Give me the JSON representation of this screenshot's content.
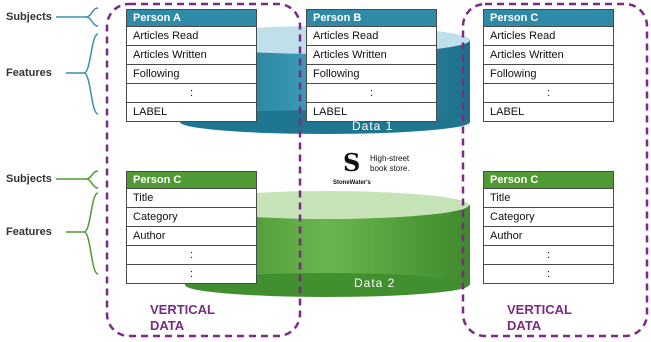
{
  "labels": {
    "subjects_top": "Subjects",
    "features_top": "Features",
    "subjects_bottom": "Subjects",
    "features_bottom": "Features"
  },
  "tables_top": [
    {
      "header": "Person A",
      "rows": [
        "Articles Read",
        "Articles Written",
        "Following",
        ":",
        "LABEL"
      ]
    },
    {
      "header": "Person B",
      "rows": [
        "Articles Read",
        "Articles Written",
        "Following",
        ":",
        "LABEL"
      ]
    },
    {
      "header": "Person C",
      "rows": [
        "Articles Read",
        "Articles Written",
        "Following",
        ":",
        "LABEL"
      ]
    }
  ],
  "tables_bottom": [
    {
      "header": "Person C",
      "rows": [
        "Title",
        "Category",
        "Author",
        ":",
        ":"
      ]
    },
    {
      "header": "Person C",
      "rows": [
        "Title",
        "Category",
        "Author",
        ":",
        ":"
      ]
    }
  ],
  "cylinders": {
    "top_label": "Data 1",
    "bottom_label": "Data 2"
  },
  "logo": {
    "letter": "S",
    "line1": "High-street",
    "line2": "book store.",
    "name": "StoneWater's"
  },
  "vertical_labels": [
    {
      "line1": "VERTICAL",
      "line2": "DATA"
    },
    {
      "line1": "VERTICAL",
      "line2": "DATA"
    }
  ],
  "colors": {
    "blue_header": "#2e8aa6",
    "green_header": "#4f9a34",
    "purple_dashed": "#7b2a86",
    "brace": "#2e8aa6"
  }
}
